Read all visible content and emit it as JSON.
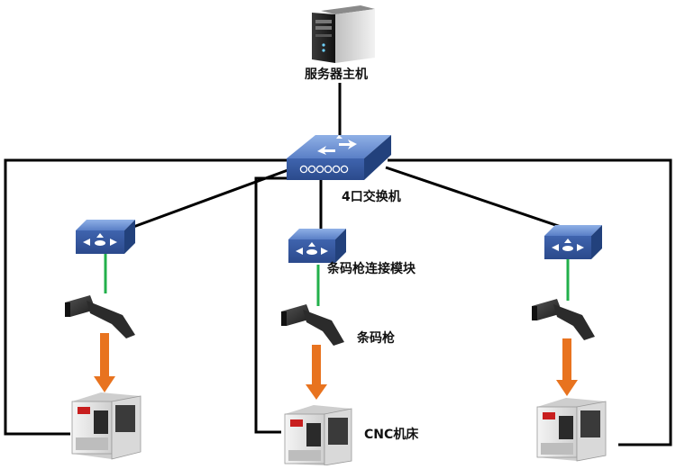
{
  "labels": {
    "server": "服务器主机",
    "switch": "4口交换机",
    "module": "条码枪连接模块",
    "scanner": "条码枪",
    "machine": "CNC机床"
  },
  "colors": {
    "network_cable": "#000000",
    "data_link": "#22b04b",
    "scan_arrow": "#e8731f",
    "switch_blue": "#3a5ea8",
    "module_blue": "#6f8fd0"
  }
}
